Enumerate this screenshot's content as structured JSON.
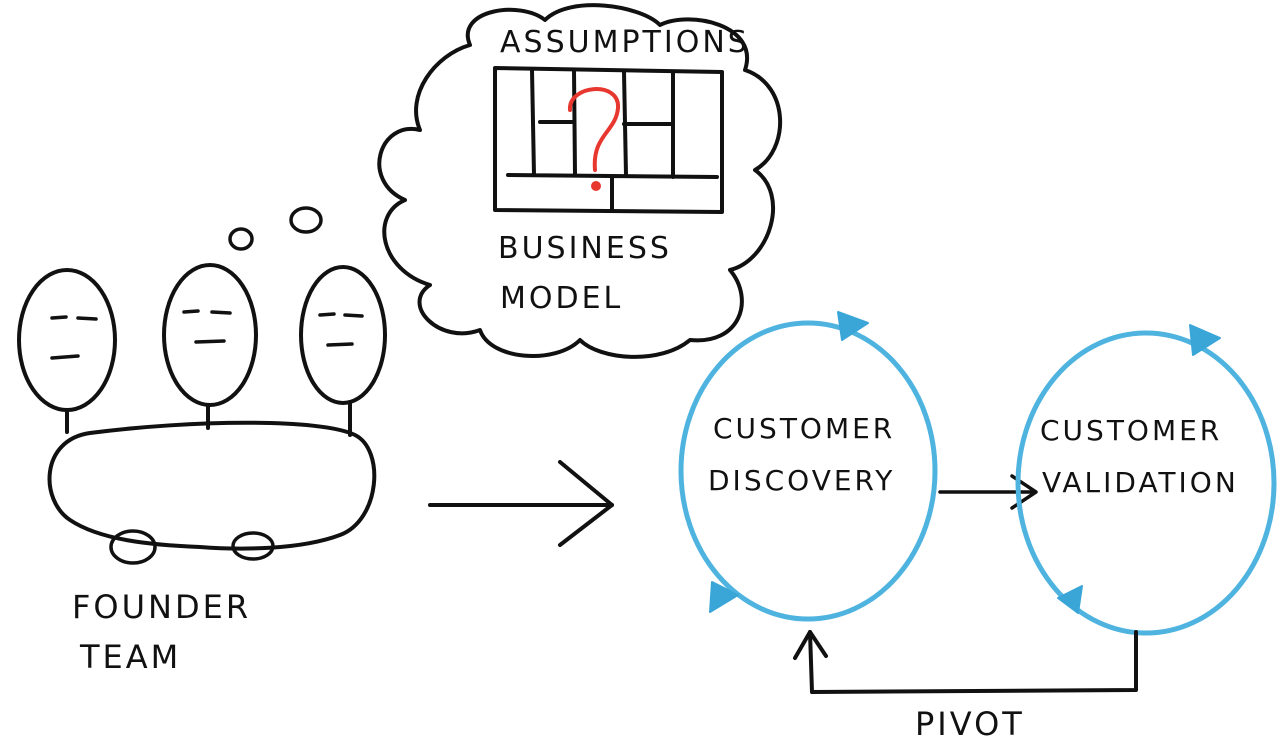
{
  "labels": {
    "assumptions": "ASSUMPTIONS",
    "business": "BUSINESS",
    "model": "MODEL",
    "founder": "FOUNDER",
    "team": "TEAM",
    "discovery_line1": "CUSTOMER",
    "discovery_line2": "DISCOVERY",
    "validation_line1": "CUSTOMER",
    "validation_line2": "VALIDATION",
    "pivot": "PIVOT",
    "question_mark": "?"
  },
  "colors": {
    "ink": "#111111",
    "loop_blue": "#4fb3e0",
    "question_red": "#e8372f"
  }
}
